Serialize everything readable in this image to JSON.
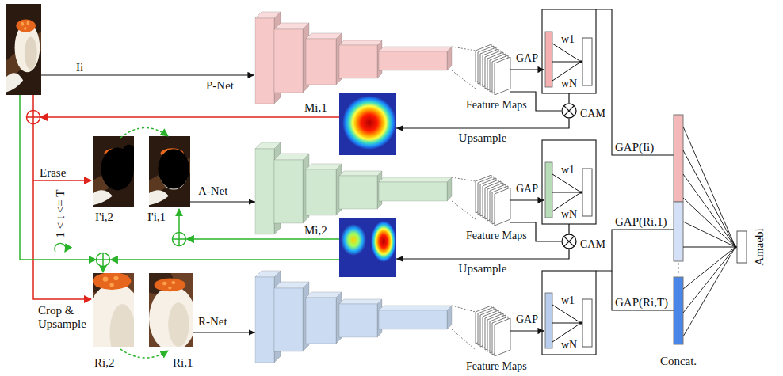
{
  "diagram": {
    "nodes": [
      {
        "text": [
          "P-Net"
        ]
      },
      {
        "text": [
          "Feature Maps"
        ]
      },
      {
        "text": [
          "CAM"
        ]
      },
      {
        "text": [
          "Mi,1"
        ]
      },
      {
        "text": [
          "I'i,2"
        ]
      },
      {
        "text": [
          "I'i,1"
        ]
      },
      {
        "text": [
          "A-Net"
        ]
      },
      {
        "text": [
          "Feature Maps"
        ]
      },
      {
        "text": [
          "CAM"
        ]
      },
      {
        "text": [
          "Mi,2"
        ]
      },
      {
        "text": [
          "Ri,2"
        ]
      },
      {
        "text": [
          "Ri,1"
        ]
      },
      {
        "text": [
          "R-Net"
        ]
      },
      {
        "text": [
          "Feature Maps"
        ]
      },
      {
        "text": [
          "Concat."
        ]
      },
      {
        "text": [
          "Amaebi"
        ]
      }
    ],
    "edges": [
      {
        "from": 1,
        "to": 2,
        "arrow": "none"
      },
      {
        "from": 2,
        "to": 3,
        "label": "Upsample",
        "arrow": "to"
      },
      {
        "from": 5,
        "to": 6,
        "arrow": "to"
      },
      {
        "from": 7,
        "to": 8,
        "arrow": "none"
      },
      {
        "from": 8,
        "to": 9,
        "label": "Upsample",
        "arrow": "to"
      },
      {
        "from": 11,
        "to": 12,
        "arrow": "to"
      },
      {
        "from": 14,
        "to": 15,
        "arrow": "none"
      }
    ],
    "labels": [
      "Ii",
      "GAP",
      "w1",
      "wN",
      "GAP",
      "w1",
      "wN",
      "GAP",
      "w1",
      "wN",
      "Erase",
      "1 < t <= T",
      "Crop & Upsample",
      "GAP(Ii)",
      "GAP(Ri,1)",
      "GAP(Ri,T)"
    ]
  }
}
